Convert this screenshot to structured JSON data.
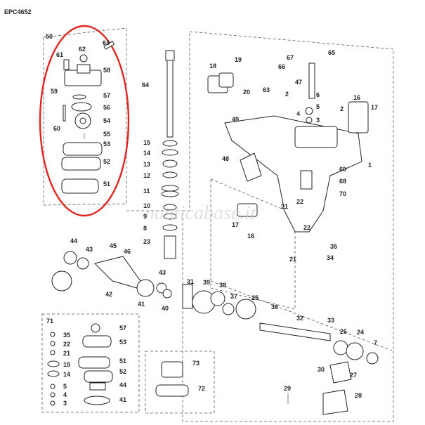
{
  "diagram": {
    "code": "EPC4652",
    "watermark": "nauticabase.it",
    "highlight_color": "#e0261f",
    "callouts": {
      "c50": "50",
      "c61": "61",
      "c62": "62",
      "c63a": "63",
      "c58": "58",
      "c59": "59",
      "c57": "57",
      "c56": "56",
      "c60": "60",
      "c54": "54",
      "c55": "55",
      "c53": "53",
      "c52": "52",
      "c51": "51",
      "c64": "64",
      "c15": "15",
      "c14": "14",
      "c13": "13",
      "c12": "12",
      "c11": "11",
      "c10": "10",
      "c9": "9",
      "c8": "8",
      "c23": "23",
      "c19": "19",
      "c18": "18",
      "c20": "20",
      "c67": "67",
      "c66": "66",
      "c65": "65",
      "c47": "47",
      "c63b": "63",
      "c2a": "2",
      "c6": "6",
      "c5": "5",
      "c4": "4",
      "c3": "3",
      "c2b": "2",
      "c16a": "16",
      "c17a": "17",
      "c49": "49",
      "c48": "48",
      "c1": "1",
      "c69": "69",
      "c68": "68",
      "c70": "70",
      "c22a": "22",
      "c21a": "21",
      "c17b": "17",
      "c16b": "16",
      "c22b": "22",
      "c21b": "21",
      "c35a": "35",
      "c34": "34",
      "c44a": "44",
      "c43a": "43",
      "c45": "45",
      "c46": "46",
      "c42": "42",
      "c43b": "43",
      "c41a": "41",
      "c40": "40",
      "c31": "31",
      "c39": "39",
      "c38": "38",
      "c37": "37",
      "c25": "25",
      "c36": "36",
      "c32": "32",
      "c33": "33",
      "c26": "26",
      "c24": "24",
      "c7": "7",
      "c30": "30",
      "c27": "27",
      "c29": "29",
      "c28": "28",
      "k71": "71",
      "k35": "35",
      "k22": "22",
      "k21": "21",
      "k15": "15",
      "k14": "14",
      "k5": "5",
      "k4": "4",
      "k3": "3",
      "k57": "57",
      "k53": "53",
      "k51": "51",
      "k52": "52",
      "k44": "44",
      "k41": "41",
      "k73": "73",
      "k72": "72"
    }
  }
}
